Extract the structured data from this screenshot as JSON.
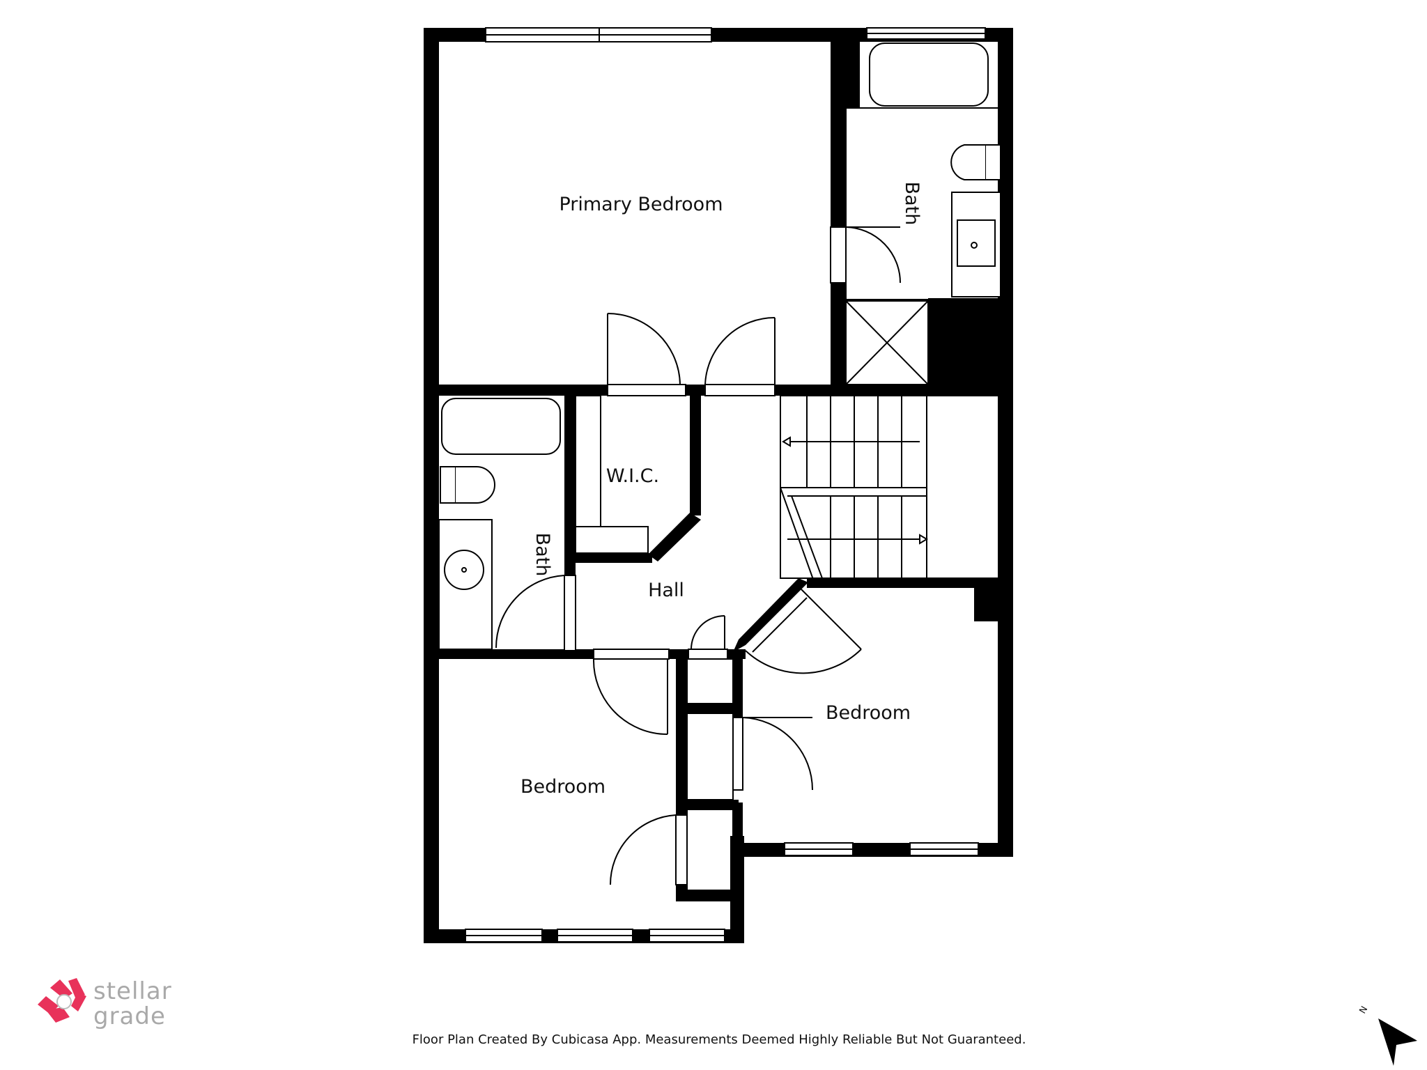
{
  "rooms": {
    "primary_bedroom": "Primary Bedroom",
    "bath_upper": "Bath",
    "bath_left": "Bath",
    "wic": "W.I.C.",
    "hall": "Hall",
    "bedroom_right": "Bedroom",
    "bedroom_left": "Bedroom"
  },
  "logo": {
    "line1": "stellar",
    "line2": "grade",
    "color": "#e8325a"
  },
  "footer": {
    "disclaimer": "Floor Plan Created By Cubicasa App. Measurements Deemed Highly Reliable But Not Guaranteed."
  },
  "compass": {
    "label": "N"
  }
}
